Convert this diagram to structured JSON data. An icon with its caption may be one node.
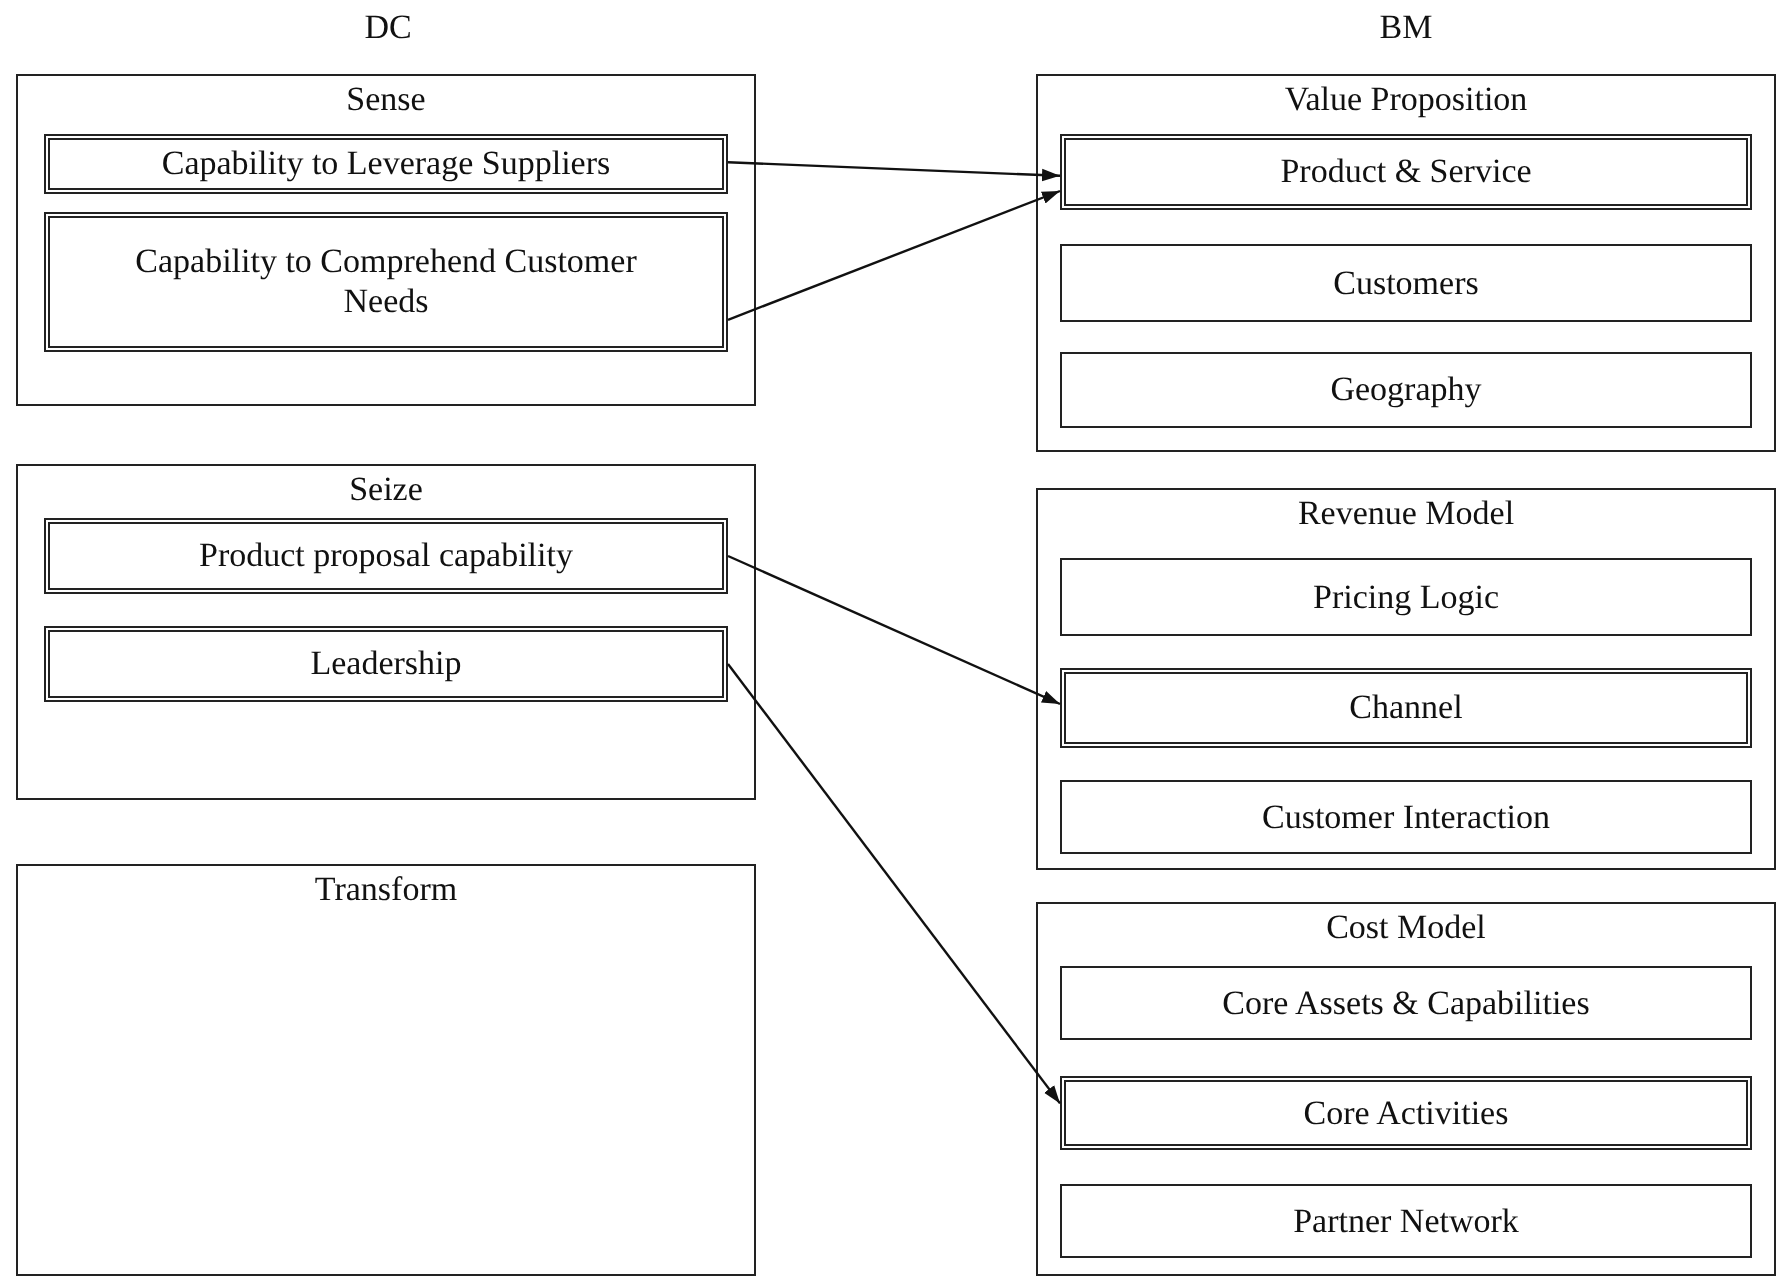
{
  "diagram": {
    "nodes": [
      {
        "text": [
          "Sense"
        ]
      },
      {
        "text": [
          "Capability to Leverage Suppliers"
        ],
        "in": 0
      },
      {
        "text": [
          "Capability to Comprehend Customer Needs"
        ],
        "in": 0
      },
      {
        "text": [
          "Seize"
        ]
      },
      {
        "text": [
          "Product proposal capability"
        ],
        "in": 3
      },
      {
        "text": [
          "Leadership"
        ],
        "in": 3
      },
      {
        "text": [
          "Transform"
        ]
      },
      {
        "text": [
          "Value Proposition"
        ]
      },
      {
        "text": [
          "Product & Service"
        ],
        "in": 7
      },
      {
        "text": [
          "Customers"
        ],
        "in": 7
      },
      {
        "text": [
          "Geography"
        ],
        "in": 7
      },
      {
        "text": [
          "Revenue Model"
        ]
      },
      {
        "text": [
          "Pricing Logic"
        ],
        "in": 11
      },
      {
        "text": [
          "Channel"
        ],
        "in": 11
      },
      {
        "text": [
          "Customer Interaction"
        ],
        "in": 11
      },
      {
        "text": [
          "Cost Model"
        ]
      },
      {
        "text": [
          "Core Assets & Capabilities"
        ],
        "in": 15
      },
      {
        "text": [
          "Core Activities"
        ],
        "in": 15
      },
      {
        "text": [
          "Partner Network"
        ],
        "in": 15
      }
    ],
    "edges": [
      {
        "from": 1,
        "to": 8,
        "arrow": "to"
      },
      {
        "from": 2,
        "to": 8,
        "arrow": "to"
      },
      {
        "from": 4,
        "to": 13,
        "arrow": "to"
      },
      {
        "from": 5,
        "to": 17,
        "arrow": "to"
      }
    ],
    "labels": [
      "DC",
      "BM"
    ]
  }
}
